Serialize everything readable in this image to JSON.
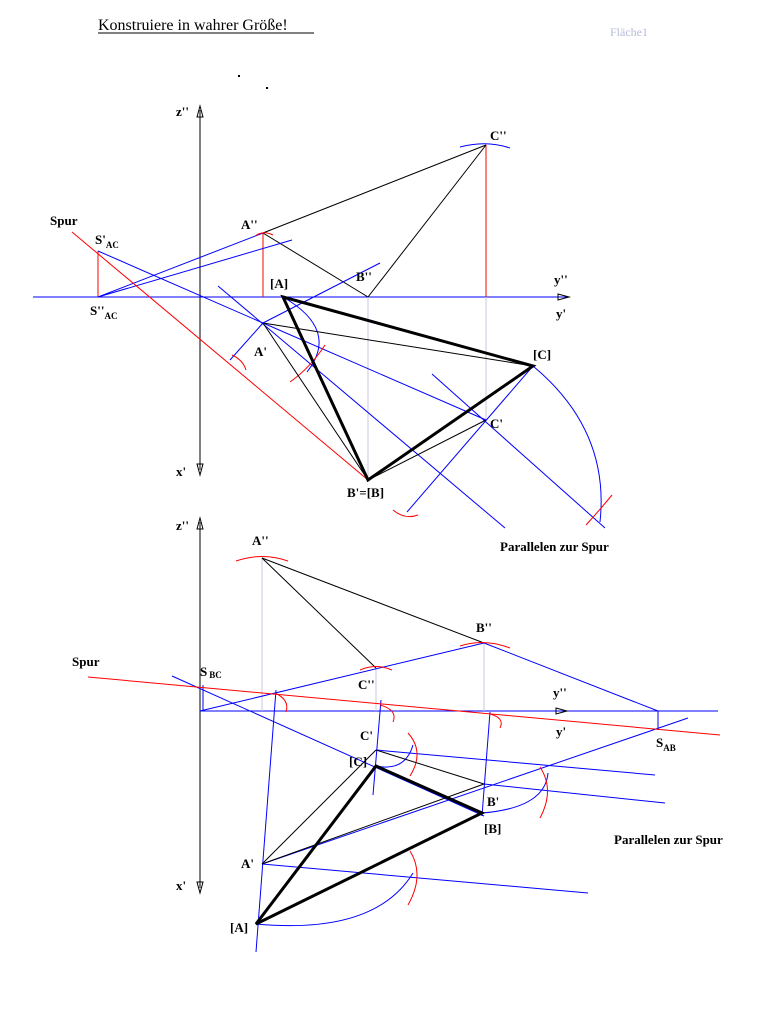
{
  "title": "Konstruiere in wahrer Größe!",
  "sheet_label": "Fläche1",
  "colors": {
    "construction_blue": "#0000ff",
    "trace_red": "#ff0000",
    "reference_grey": "#c8c8dc",
    "solid": "#000000"
  },
  "top_figure": {
    "axis_z": "z''",
    "axis_x": "x'",
    "axis_y_upper": "y''",
    "axis_y_lower": "y'",
    "spur": "Spur",
    "s_ac_front": {
      "main": "S'",
      "sub": "AC"
    },
    "s_ac_top": {
      "main": "S''",
      "sub": "AC"
    },
    "a2": "A''",
    "b2": "B''",
    "c2": "C''",
    "a_true": "[A]",
    "a1": "A'",
    "c_true": "[C]",
    "c1": "C'",
    "b1_true": "B'=[B]",
    "parallels": "Parallelen zur Spur"
  },
  "bottom_figure": {
    "axis_z": "z''",
    "axis_x": "x'",
    "axis_y_upper": "y''",
    "axis_y_lower": "y'",
    "spur": "Spur",
    "s_bc": {
      "main": "S",
      "sub": "BC"
    },
    "s_ab": {
      "main": "S",
      "sub": "AB"
    },
    "a2": "A''",
    "b2": "B''",
    "c2": "C''",
    "c1": "C'",
    "c_true": "[C]",
    "b1": "B'",
    "b_true": "[B]",
    "a1": "A'",
    "a_true": "[A]",
    "parallels": "Parallelen zur Spur"
  }
}
